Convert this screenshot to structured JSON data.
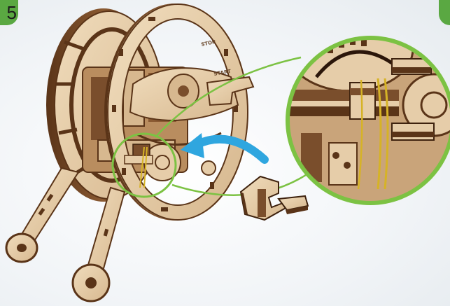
{
  "step": {
    "number": "5",
    "next_number": "",
    "color": "#5aa842"
  },
  "engravings": {
    "stop": "STOP",
    "start": "START"
  },
  "colors": {
    "plywood": "#e6cda9",
    "plywood_dark": "#7a4e2c",
    "edge": "#5a3418",
    "callout": "#7cc243",
    "arrow": "#2fa6df",
    "rubber_band": "#d6b326"
  },
  "icons": {
    "arrow": "curved-arrow-icon",
    "zoom": "magnifier-callout"
  }
}
